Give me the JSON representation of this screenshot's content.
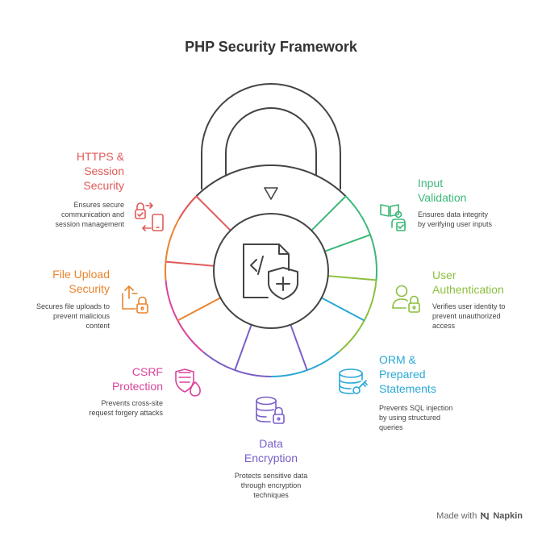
{
  "title": "PHP Security Framework",
  "colors": {
    "outline": "#444444",
    "https": "#e05a5a",
    "input": "#3cb878",
    "auth": "#8cbf3f",
    "orm": "#29a8d6",
    "encryption": "#7b5fc7",
    "csrf": "#d9449c",
    "upload": "#e8842c"
  },
  "items": {
    "https": {
      "title": "HTTPS &\nSession\nSecurity",
      "desc": "Ensures secure\ncommunication and\nsession management",
      "icon": "phone-lock-icon"
    },
    "input": {
      "title": "Input\nValidation",
      "desc": "Ensures data integrity\nby verifying user inputs",
      "icon": "form-check-icon"
    },
    "auth": {
      "title": "User\nAuthentication",
      "desc": "Verifies user identity to\nprevent unauthorized\naccess",
      "icon": "user-lock-icon"
    },
    "orm": {
      "title": "ORM &\nPrepared\nStatements",
      "desc": "Prevents SQL injection\nby using structured\nqueries",
      "icon": "database-key-icon"
    },
    "encryption": {
      "title": "Data\nEncryption",
      "desc": "Protects sensitive data\nthrough encryption\ntechniques",
      "icon": "database-lock-icon"
    },
    "csrf": {
      "title": "CSRF\nProtection",
      "desc": "Prevents cross-site\nrequest forgery attacks",
      "icon": "shield-fire-icon"
    },
    "upload": {
      "title": "File Upload\nSecurity",
      "desc": "Secures file uploads to\nprevent malicious\ncontent",
      "icon": "upload-lock-icon"
    }
  },
  "footer": {
    "made_with": "Made with",
    "brand": "Napkin"
  }
}
